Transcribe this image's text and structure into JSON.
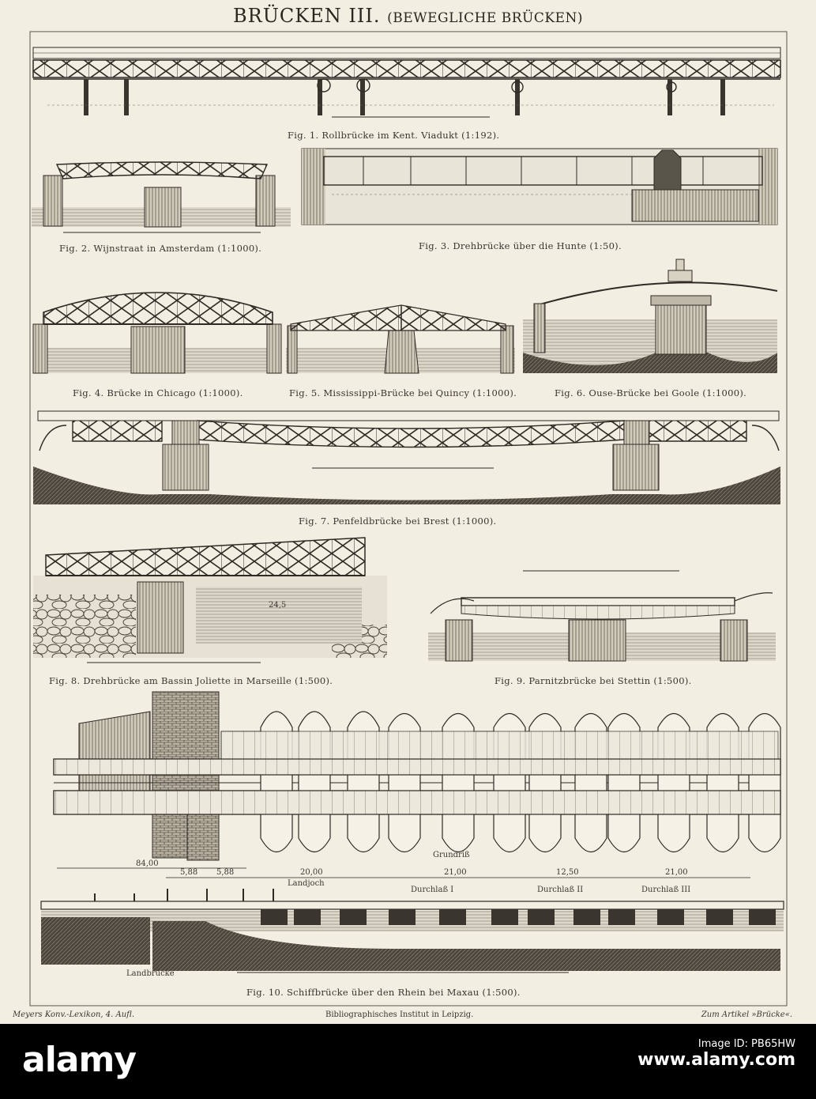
{
  "plate": {
    "title_main": "BRÜCKEN III.",
    "title_sub": "(BEWEGLICHE BRÜCKEN)",
    "figures": {
      "fig1": "Fig. 1. Rollbrücke im Kent. Viadukt (1:192).",
      "fig2": "Fig. 2. Wijnstraat in Amsterdam (1:1000).",
      "fig3": "Fig. 3. Drehbrücke über die Hunte (1:50).",
      "fig4": "Fig. 4. Brücke in Chicago (1:1000).",
      "fig5": "Fig. 5. Mississippi-Brücke bei Quincy (1:1000).",
      "fig6": "Fig. 6. Ouse-Brücke bei Goole (1:1000).",
      "fig7": "Fig. 7. Penfeldbrücke bei Brest (1:1000).",
      "fig8": "Fig. 8. Drehbrücke am Bassin Joliette in Marseille (1:500).",
      "fig9": "Fig. 9. Parnitzbrücke bei Stettin (1:500).",
      "fig10": "Fig. 10. Schiffbrücke über den Rhein bei Maxau (1:500)."
    },
    "labels": {
      "grundriss": "Grundriß",
      "landjoch": "Landjoch",
      "durchlass1": "Durchlaß I",
      "durchlass2": "Durchlaß II",
      "durchlass3": "Durchlaß III",
      "landbruecke": "Landbrücke",
      "dim_8400": "84,00",
      "dim_2000": "20,00",
      "dim_2100": "21,00",
      "dim_1250": "12,50",
      "dim_2100b": "21,00",
      "dim_588a": "5,88",
      "dim_588b": "5,88",
      "dim_243": "24,5"
    },
    "footer": {
      "left": "Meyers Konv.-Lexikon, 4. Aufl.",
      "center": "Bibliographisches Institut in Leipzig.",
      "right": "Zum Artikel »Brücke«."
    }
  },
  "watermark": {
    "brand": "alamy",
    "image_id_line1": "Image ID: PB65HW",
    "image_id_line2": "www.alamy.com"
  }
}
